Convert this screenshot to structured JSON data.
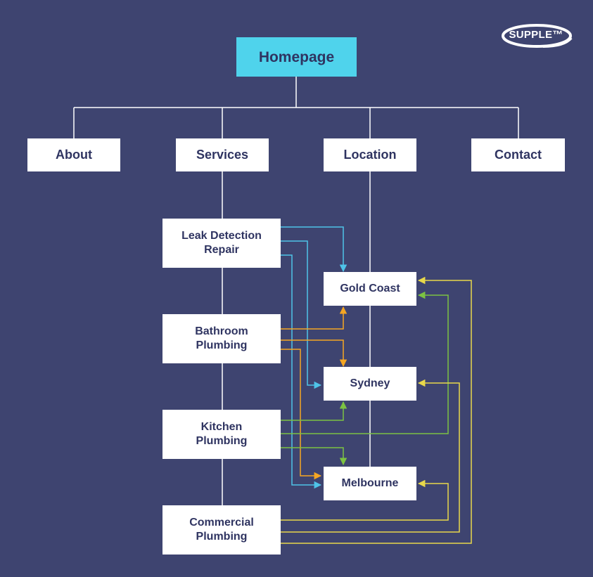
{
  "logo": {
    "text": "SUPPLE™"
  },
  "nodes": {
    "homepage": "Homepage",
    "about": "About",
    "services": "Services",
    "location": "Location",
    "contact": "Contact",
    "leak_line1": "Leak Detection",
    "leak_line2": "Repair",
    "bathroom_line1": "Bathroom",
    "bathroom_line2": "Plumbing",
    "kitchen_line1": "Kitchen",
    "kitchen_line2": "Plumbing",
    "commercial_line1": "Commercial",
    "commercial_line2": "Plumbing",
    "gold_coast": "Gold Coast",
    "sydney": "Sydney",
    "melbourne": "Melbourne"
  },
  "colors": {
    "background": "#3e4470",
    "node_fill": "#ffffff",
    "node_text": "#2f3461",
    "root_fill": "#4fd3ec",
    "tree_line": "#ffffff",
    "leak_link": "#4fc3e8",
    "bathroom_link": "#f5a623",
    "kitchen_link": "#7cc242",
    "commercial_link": "#e8d84a"
  },
  "links": [
    {
      "from": "Leak Detection Repair",
      "to": [
        "Gold Coast",
        "Sydney",
        "Melbourne"
      ],
      "color": "leak_link"
    },
    {
      "from": "Bathroom Plumbing",
      "to": [
        "Gold Coast",
        "Sydney",
        "Melbourne"
      ],
      "color": "bathroom_link"
    },
    {
      "from": "Kitchen Plumbing",
      "to": [
        "Gold Coast",
        "Sydney",
        "Melbourne"
      ],
      "color": "kitchen_link"
    },
    {
      "from": "Commercial Plumbing",
      "to": [
        "Gold Coast",
        "Sydney",
        "Melbourne"
      ],
      "color": "commercial_link"
    }
  ]
}
